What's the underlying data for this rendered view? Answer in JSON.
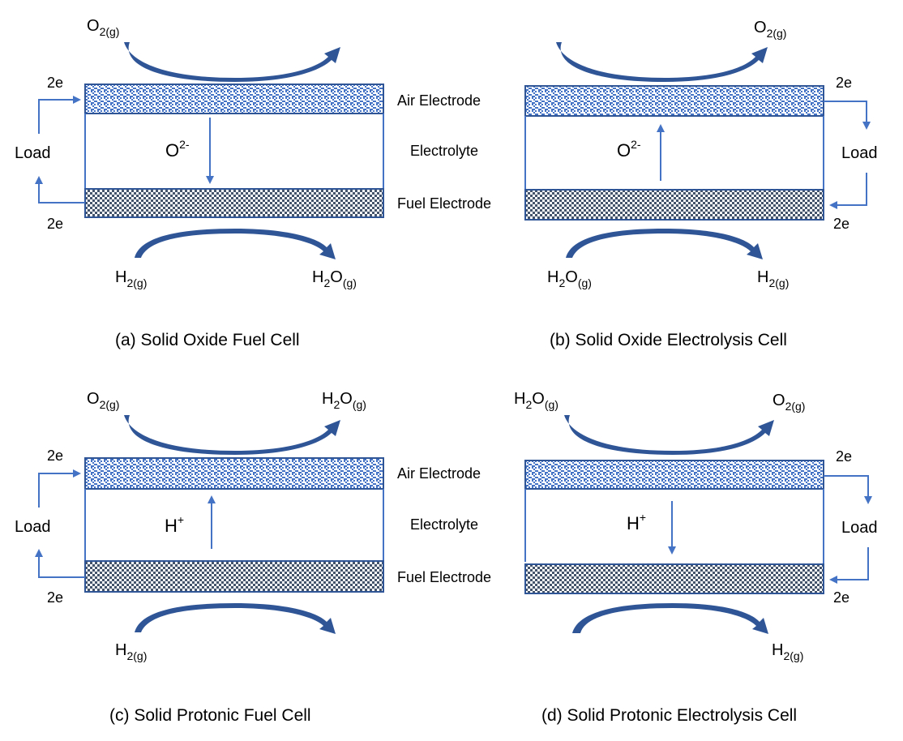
{
  "figure": {
    "layer_labels": {
      "top": {
        "air": "Air Electrode",
        "electrolyte": "Electrolyte",
        "fuel": "Fuel Electrode"
      },
      "bottom": {
        "air": "Air Electrode",
        "electrolyte": "Electrolyte",
        "fuel": "Fuel Electrode"
      }
    },
    "colors": {
      "line": "#4472C4",
      "gas_arrow": "#2F5597",
      "fuel_electrode_dark": "#44546A",
      "border": "#2F5597"
    },
    "panels": [
      {
        "id": "a",
        "caption": "(a) Solid Oxide Fuel Cell",
        "top_in": {
          "main": "O",
          "sub": "2(g)",
          "pre": "",
          "presub": ""
        },
        "top_out": {
          "main": "",
          "sub": "",
          "pre": "",
          "presub": ""
        },
        "bottom_in": {
          "pre": "H",
          "presub": "2(g)",
          "main": "",
          "sub": ""
        },
        "bottom_out": {
          "pre": "H",
          "presub": "2",
          "main": "O",
          "sub": "(g)"
        },
        "ion": {
          "base": "O",
          "sup": "2-",
          "direction": "down"
        },
        "electron_top": "2e",
        "electron_bottom": "2e",
        "load": "Load"
      },
      {
        "id": "b",
        "caption": "(b) Solid Oxide Electrolysis Cell",
        "top_out": {
          "main": "O",
          "sub": "2(g)"
        },
        "bottom_in": {
          "pre": "H",
          "presub": "2",
          "main": "O",
          "sub": "(g)"
        },
        "bottom_out": {
          "pre": "H",
          "presub": "2(g)"
        },
        "ion": {
          "base": "O",
          "sup": "2-",
          "direction": "up"
        },
        "electron_top": "2e",
        "electron_bottom": "2e",
        "load": "Load"
      },
      {
        "id": "c",
        "caption": "(c) Solid Protonic Fuel Cell",
        "top_in": {
          "main": "O",
          "sub": "2(g)"
        },
        "top_out": {
          "pre": "H",
          "presub": "2",
          "main": "O",
          "sub": "(g)"
        },
        "bottom_in": {
          "pre": "H",
          "presub": "2(g)"
        },
        "ion": {
          "base": "H",
          "sup": "+",
          "direction": "up"
        },
        "electron_top": "2e",
        "electron_bottom": "2e",
        "load": "Load"
      },
      {
        "id": "d",
        "caption": "(d) Solid Protonic Electrolysis Cell",
        "top_in": {
          "pre": "H",
          "presub": "2",
          "main": "O",
          "sub": "(g)"
        },
        "top_out": {
          "main": "O",
          "sub": "2(g)"
        },
        "bottom_out": {
          "pre": "H",
          "presub": "2(g)"
        },
        "ion": {
          "base": "H",
          "sup": "+",
          "direction": "down"
        },
        "electron_top": "2e",
        "electron_bottom": "2e",
        "load": "Load"
      }
    ]
  }
}
